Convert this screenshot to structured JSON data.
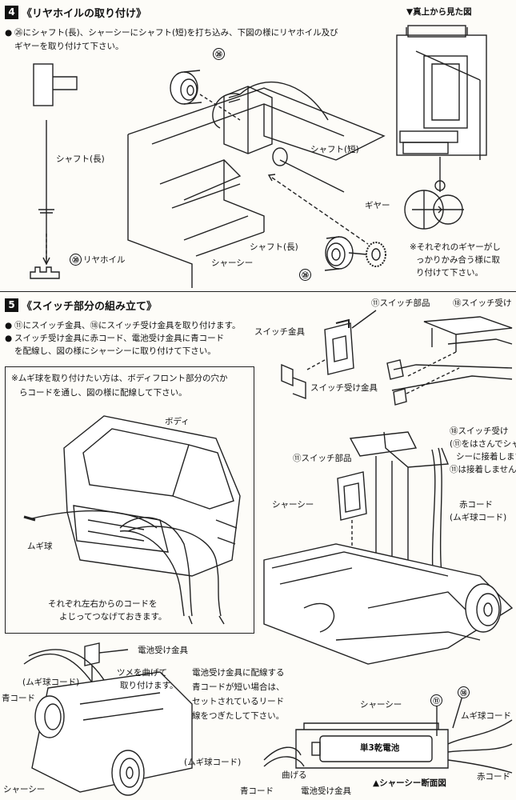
{
  "section4": {
    "number": "4",
    "title": "《リヤホイルの取り付け》",
    "instruction_line1": "㉖にシャフト(長)、シャーシーにシャフト(短)を打ち込み、下図の様にリヤホイル及び",
    "instruction_line2": "ギヤーを取り付けて下さい。",
    "labels": {
      "shaft_long_left": "シャフト(長)",
      "rear_wheel": "リヤホイル",
      "rear_wheel_num": "⑳",
      "part26_top": "㉖",
      "part26_bottom": "㉖",
      "shaft_short": "シャフト(短)",
      "gear": "ギヤー",
      "shaft_long": "シャフト(長)",
      "chassis": "シャーシー"
    },
    "top_view_title": "▼真上から見た図",
    "gear_note_line1": "※それぞれのギヤーがし",
    "gear_note_line2": "っかりかみ合う様に取",
    "gear_note_line3": "り付けて下さい。"
  },
  "section5": {
    "number": "5",
    "title": "《スイッチ部分の組み立て》",
    "instruction1": "⑪にスイッチ金具、⑱にスイッチ受け金具を取り付けます。",
    "instruction2_line1": "スイッチ受け金具に赤コード、電池受け金具に青コード",
    "instruction2_line2": "を配線し、図の様にシャーシーに取り付けて下さい。",
    "labels": {
      "switch_part_top": "⑪スイッチ部品",
      "switch_receiver_top": "⑱スイッチ受け",
      "switch_metal": "スイッチ金具",
      "switch_receiver_metal": "スイッチ受け金具"
    },
    "box_note_line1": "※ムギ球を取り付けたい方は、ボディフロント部分の穴か",
    "box_note_line2": "らコードを通し、図の様に配線して下さい。",
    "box_labels": {
      "body": "ボディ",
      "mugi_bulb": "ムギ球",
      "twist_note_line1": "それぞれ左右からのコードを",
      "twist_note_line2": "よじってつなげておきます。"
    },
    "right_labels": {
      "switch_receiver_18": "⑱スイッチ受け",
      "pinch_note1": "(⑪をはさんでシャー",
      "pinch_note2": "シーに接着します。",
      "no_glue_note": "⑪は接着しません。)",
      "switch_part_11": "⑪スイッチ部品",
      "chassis": "シャーシー",
      "red_cord": "赤コード",
      "mugi_cord": "(ムギ球コード)"
    },
    "bottom_left": {
      "battery_metal": "電池受け金具",
      "mugi_cord": "(ムギ球コード)",
      "blue_cord": "青コード",
      "bend_tab1": "ツメを曲げて",
      "bend_tab2": "取り付けます。",
      "chassis": "シャーシー"
    },
    "bottom_middle": {
      "line1": "電池受け金具に配線する",
      "line2": "青コードが短い場合は、",
      "line3": "セットされているリード",
      "line4": "線をつぎたして下さい。",
      "mugi_cord": "(ムギ球コード)",
      "bend": "曲げる",
      "blue_cord": "青コード",
      "battery_metal": "電池受け金具"
    },
    "cross_section": {
      "chassis": "シャーシー",
      "num11": "⑪",
      "num18": "⑱",
      "battery": "単3乾電池",
      "mugi_cord": "ムギ球コード",
      "red_cord": "赤コード",
      "title": "▲シャーシー断面図"
    }
  }
}
